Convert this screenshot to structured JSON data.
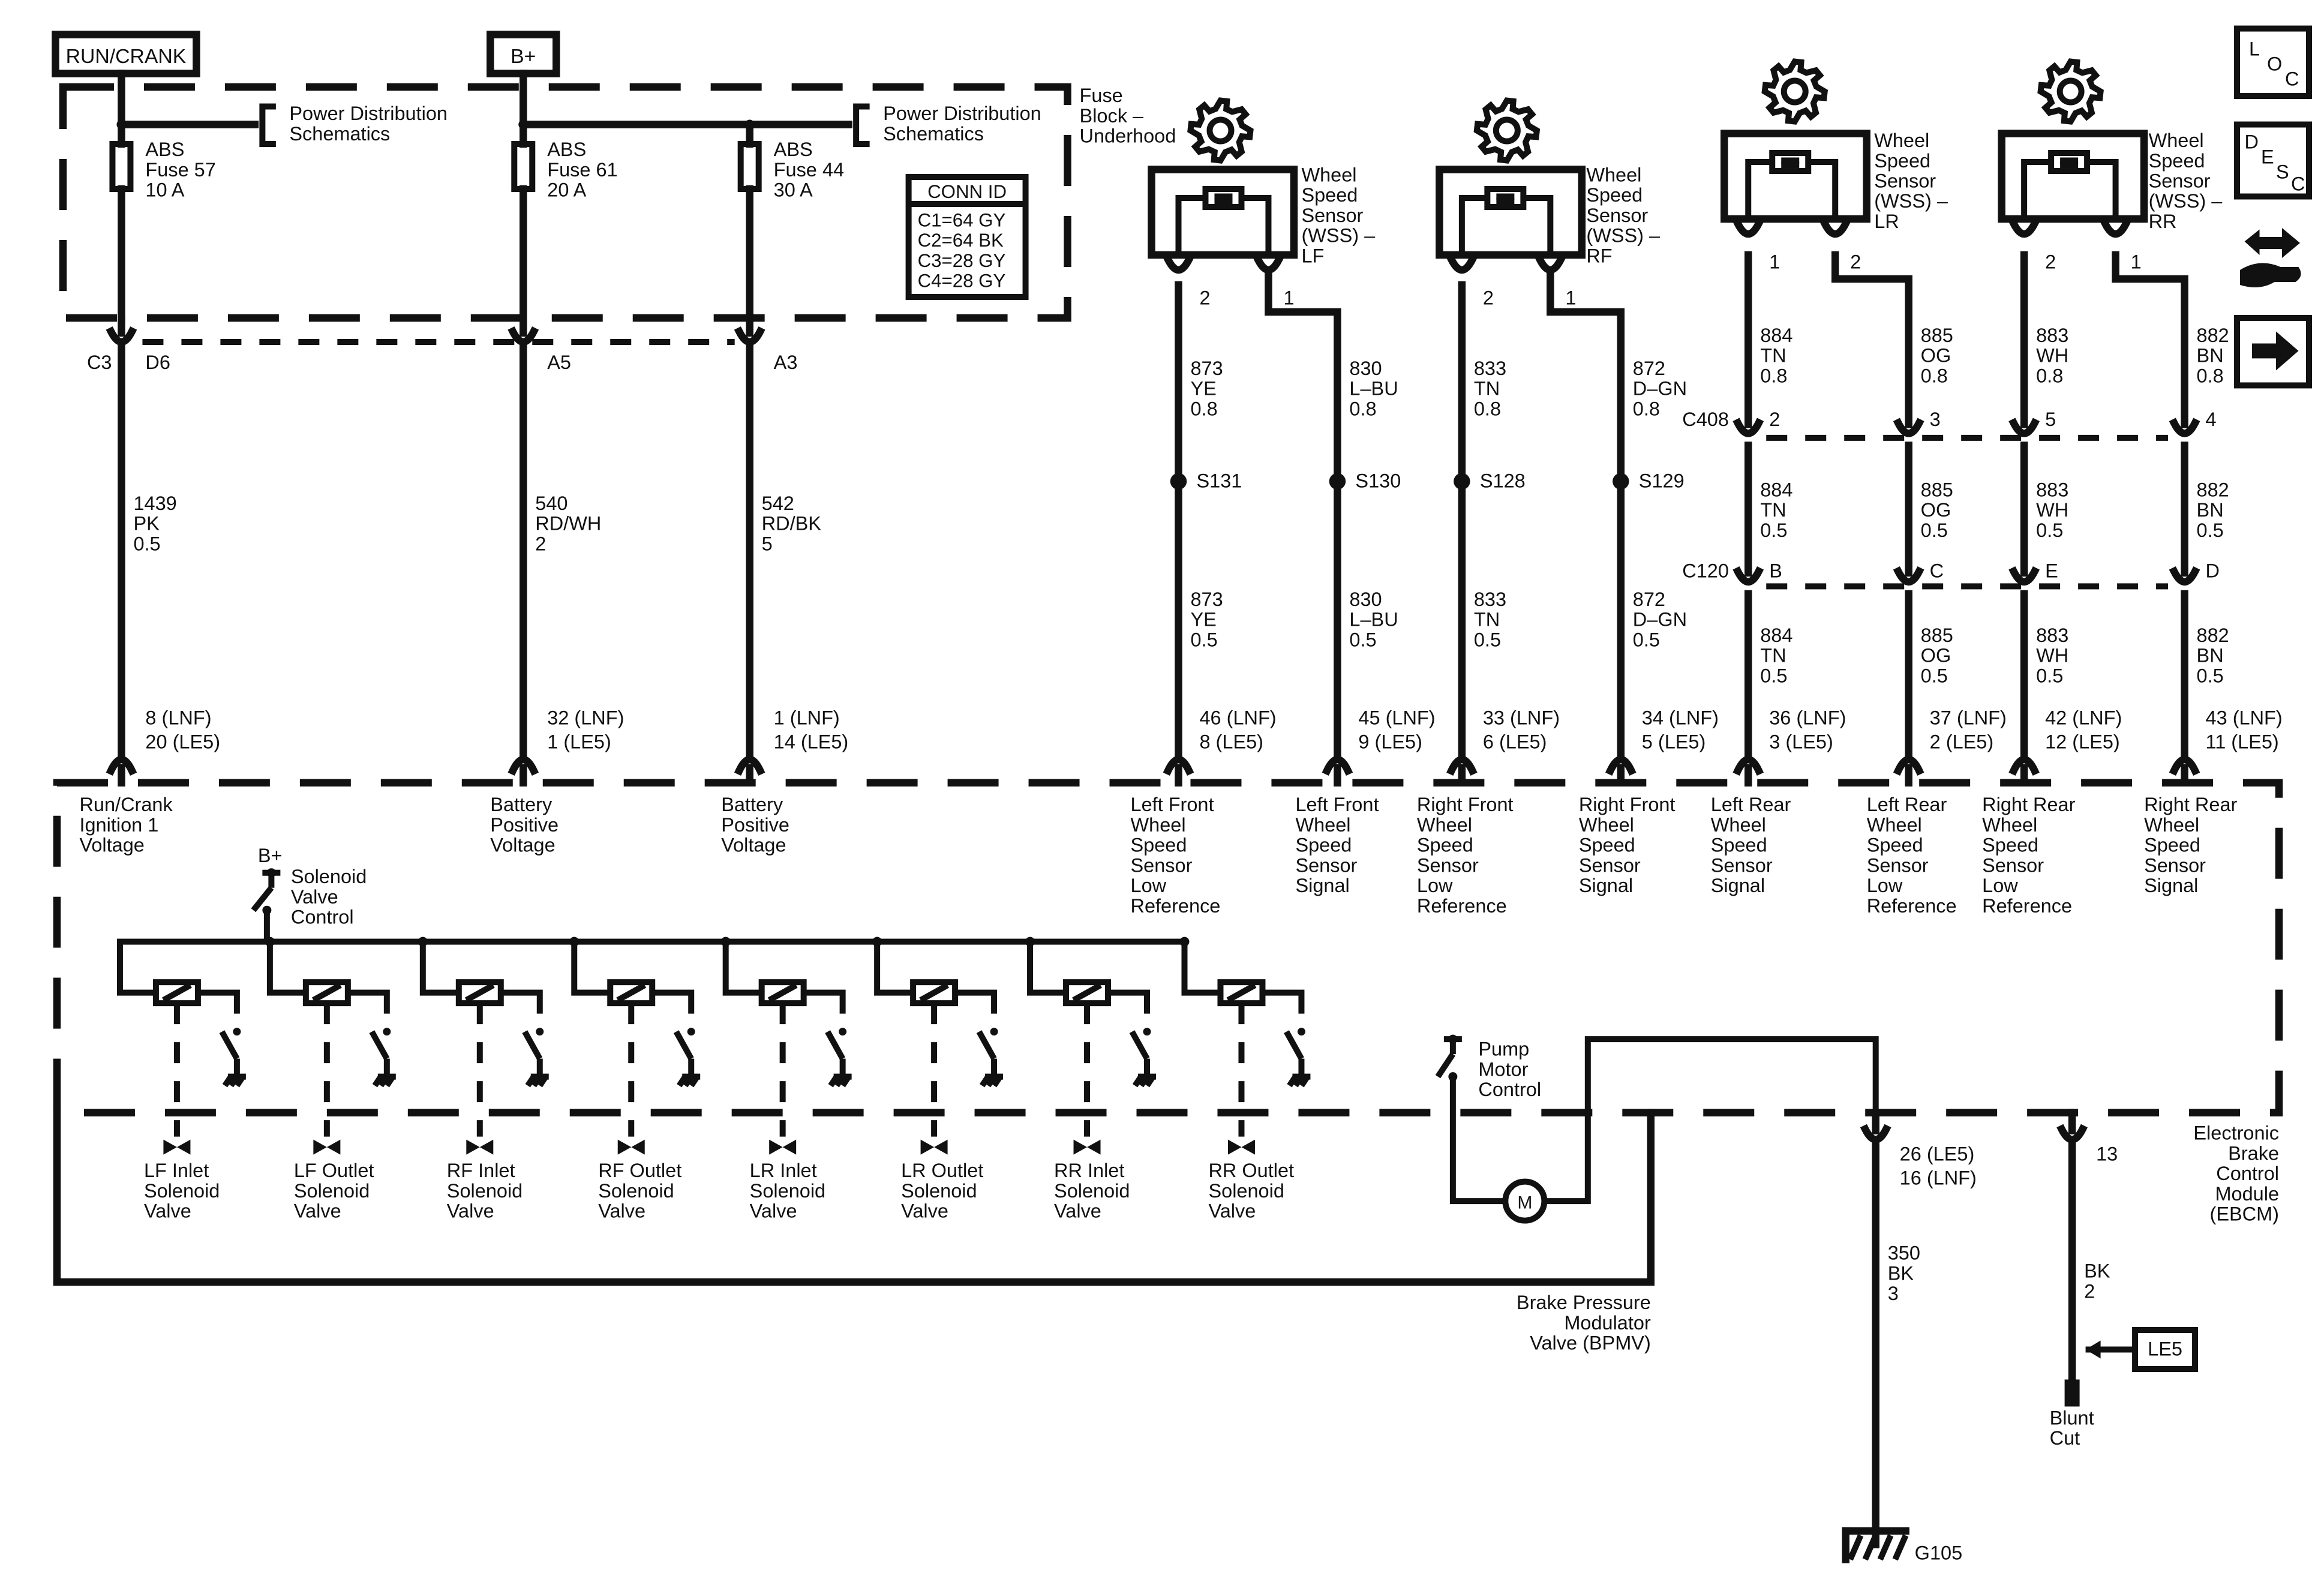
{
  "power": {
    "run_crank": "RUN/CRANK",
    "b_plus": "B+",
    "pds1": [
      "Power Distribution",
      "Schematics"
    ],
    "pds2": [
      "Power Distribution",
      "Schematics"
    ],
    "fuse_block": [
      "Fuse",
      "Block –",
      "Underhood"
    ]
  },
  "fuses": [
    {
      "lines": [
        "ABS",
        "Fuse 57",
        "10 A"
      ]
    },
    {
      "lines": [
        "ABS",
        "Fuse 61",
        "20 A"
      ]
    },
    {
      "lines": [
        "ABS",
        "Fuse 44",
        "30 A"
      ]
    }
  ],
  "conn_id": {
    "title": "CONN ID",
    "rows": [
      "C1=64 GY",
      "C2=64 BK",
      "C3=28 GY",
      "C4=28 GY"
    ]
  },
  "left_circuits": {
    "connector": "C3",
    "pins": [
      "D6",
      "A5",
      "A3"
    ],
    "wires": [
      [
        "1439",
        "PK",
        "0.5"
      ],
      [
        "540",
        "RD/WH",
        "2"
      ],
      [
        "542",
        "RD/BK",
        "5"
      ]
    ],
    "ebcm_pins": [
      [
        "8 (LNF)",
        "20 (LE5)"
      ],
      [
        "32 (LNF)",
        "1 (LE5)"
      ],
      [
        "1 (LNF)",
        "14 (LE5)"
      ]
    ],
    "functions": [
      [
        "Run/Crank",
        "Ignition 1",
        "Voltage"
      ],
      [
        "Battery",
        "Positive",
        "Voltage"
      ],
      [
        "Battery",
        "Positive",
        "Voltage"
      ]
    ]
  },
  "sensors": [
    {
      "name": [
        "Wheel",
        "Speed",
        "Sensor",
        "(WSS) –",
        "LF"
      ],
      "pins": [
        "2",
        "1"
      ]
    },
    {
      "name": [
        "Wheel",
        "Speed",
        "Sensor",
        "(WSS) –",
        "RF"
      ],
      "pins": [
        "2",
        "1"
      ]
    },
    {
      "name": [
        "Wheel",
        "Speed",
        "Sensor",
        "(WSS) –",
        "LR"
      ],
      "pins": [
        "1",
        "2"
      ]
    },
    {
      "name": [
        "Wheel",
        "Speed",
        "Sensor",
        "(WSS) –",
        "RR"
      ],
      "pins": [
        "2",
        "1"
      ]
    }
  ],
  "front_circuits": [
    {
      "upper": [
        "873",
        "YE",
        "0.8"
      ],
      "splice": "S131",
      "lower": [
        "873",
        "YE",
        "0.5"
      ],
      "pins": [
        "46 (LNF)",
        "8 (LE5)"
      ],
      "function": [
        "Left Front",
        "Wheel",
        "Speed",
        "Sensor",
        "Low",
        "Reference"
      ]
    },
    {
      "upper": [
        "830",
        "L–BU",
        "0.8"
      ],
      "splice": "S130",
      "lower": [
        "830",
        "L–BU",
        "0.5"
      ],
      "pins": [
        "45 (LNF)",
        "9 (LE5)"
      ],
      "function": [
        "Left Front",
        "Wheel",
        "Speed",
        "Sensor",
        "Signal"
      ]
    },
    {
      "upper": [
        "833",
        "TN",
        "0.8"
      ],
      "splice": "S128",
      "lower": [
        "833",
        "TN",
        "0.5"
      ],
      "pins": [
        "33 (LNF)",
        "6 (LE5)"
      ],
      "function": [
        "Right Front",
        "Wheel",
        "Speed",
        "Sensor",
        "Low",
        "Reference"
      ]
    },
    {
      "upper": [
        "872",
        "D–GN",
        "0.8"
      ],
      "splice": "S129",
      "lower": [
        "872",
        "D–GN",
        "0.5"
      ],
      "pins": [
        "34 (LNF)",
        "5 (LE5)"
      ],
      "function": [
        "Right Front",
        "Wheel",
        "Speed",
        "Sensor",
        "Signal"
      ]
    }
  ],
  "rear_connectors": {
    "c408": "C408",
    "c120": "C120"
  },
  "rear_circuits": [
    {
      "w1": [
        "884",
        "TN",
        "0.8"
      ],
      "c408_pin": "2",
      "w2": [
        "884",
        "TN",
        "0.5"
      ],
      "c120_pin": "B",
      "w3": [
        "884",
        "TN",
        "0.5"
      ],
      "pins": [
        "36 (LNF)",
        "3 (LE5)"
      ],
      "function": [
        "Left Rear",
        "Wheel",
        "Speed",
        "Sensor",
        "Signal"
      ]
    },
    {
      "w1": [
        "885",
        "OG",
        "0.8"
      ],
      "c408_pin": "3",
      "w2": [
        "885",
        "OG",
        "0.5"
      ],
      "c120_pin": "C",
      "w3": [
        "885",
        "OG",
        "0.5"
      ],
      "pins": [
        "37 (LNF)",
        "2 (LE5)"
      ],
      "function": [
        "Left Rear",
        "Wheel",
        "Speed",
        "Sensor",
        "Low",
        "Reference"
      ]
    },
    {
      "w1": [
        "883",
        "WH",
        "0.8"
      ],
      "c408_pin": "5",
      "w2": [
        "883",
        "WH",
        "0.5"
      ],
      "c120_pin": "E",
      "w3": [
        "883",
        "WH",
        "0.5"
      ],
      "pins": [
        "42 (LNF)",
        "12 (LE5)"
      ],
      "function": [
        "Right Rear",
        "Wheel",
        "Speed",
        "Sensor",
        "Low",
        "Reference"
      ]
    },
    {
      "w1": [
        "882",
        "BN",
        "0.8"
      ],
      "c408_pin": "4",
      "w2": [
        "882",
        "BN",
        "0.5"
      ],
      "c120_pin": "D",
      "w3": [
        "882",
        "BN",
        "0.5"
      ],
      "pins": [
        "43 (LNF)",
        "11 (LE5)"
      ],
      "function": [
        "Right Rear",
        "Wheel",
        "Speed",
        "Sensor",
        "Signal"
      ]
    }
  ],
  "solenoid_control": {
    "supply": "B+",
    "label": [
      "Solenoid",
      "Valve",
      "Control"
    ]
  },
  "valves": [
    [
      "LF Inlet",
      "Solenoid",
      "Valve"
    ],
    [
      "LF Outlet",
      "Solenoid",
      "Valve"
    ],
    [
      "RF Inlet",
      "Solenoid",
      "Valve"
    ],
    [
      "RF Outlet",
      "Solenoid",
      "Valve"
    ],
    [
      "LR Inlet",
      "Solenoid",
      "Valve"
    ],
    [
      "LR Outlet",
      "Solenoid",
      "Valve"
    ],
    [
      "RR Inlet",
      "Solenoid",
      "Valve"
    ],
    [
      "RR Outlet",
      "Solenoid",
      "Valve"
    ]
  ],
  "pump": {
    "label": [
      "Pump",
      "Motor",
      "Control"
    ],
    "motor": "M"
  },
  "bpmv": [
    "Brake Pressure",
    "Modulator",
    "Valve (BPMV)"
  ],
  "ebcm": [
    "Electronic",
    "Brake",
    "Control",
    "Module",
    "(EBCM)"
  ],
  "ground": {
    "pins": [
      "26 (LE5)",
      "16 (LNF)"
    ],
    "wire": [
      "350",
      "BK",
      "3"
    ],
    "name": "G105"
  },
  "blunt": {
    "pin": "13",
    "wire": [
      "BK",
      "2"
    ],
    "tag": "LE5",
    "label": [
      "Blunt",
      "Cut"
    ]
  },
  "nav_icons": [
    {
      "name": "loc-icon",
      "letters": [
        "L",
        "O",
        "C"
      ]
    },
    {
      "name": "desc-icon",
      "letters": [
        "D",
        "E",
        "S",
        "C"
      ]
    },
    {
      "name": "connector-link-icon"
    },
    {
      "name": "next-arrow-icon"
    }
  ]
}
